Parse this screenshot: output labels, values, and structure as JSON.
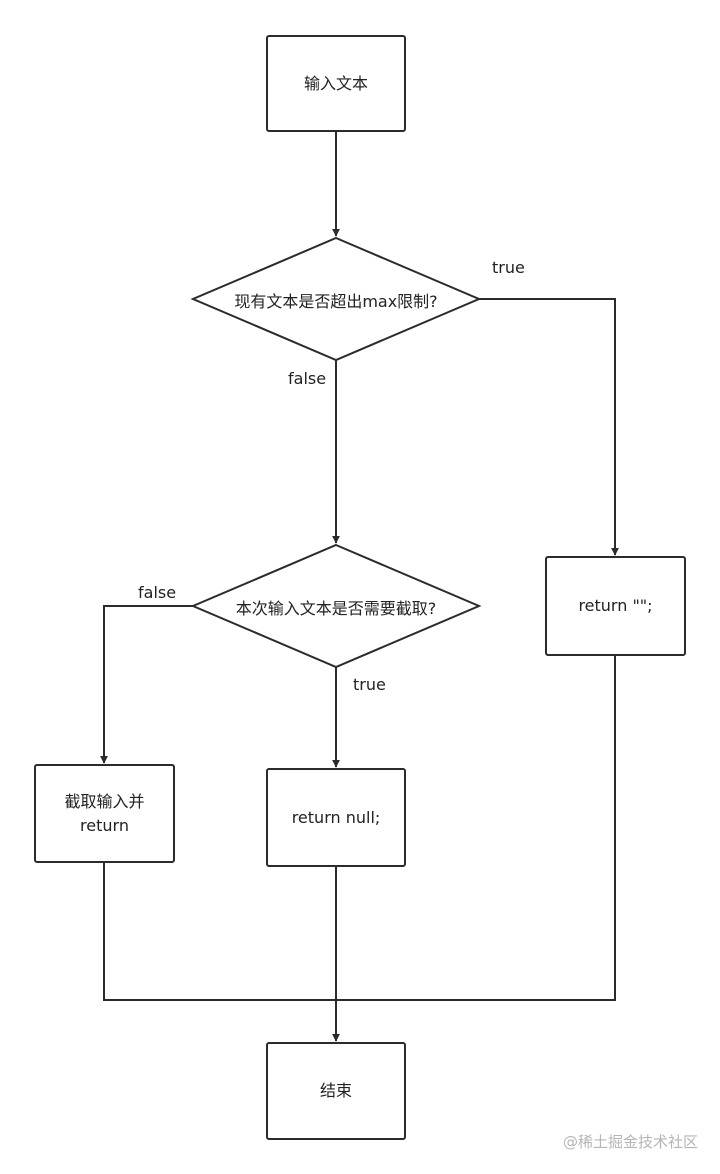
{
  "nodes": {
    "start": "输入文本",
    "check_max": "现有文本是否超出max限制?",
    "check_truncate": "本次输入文本是否需要截取?",
    "truncate_return_line1": "截取输入并",
    "truncate_return_line2": "return",
    "return_null": "return null;",
    "return_empty": "return \"\";",
    "end": "结束"
  },
  "edges": {
    "max_true": "true",
    "max_false": "false",
    "truncate_false": "false",
    "truncate_true": "true"
  },
  "watermark": "@稀土掘金技术社区",
  "colors": {
    "stroke": "#2b2b2b",
    "text": "#222222",
    "watermark": "#b5b5b5"
  }
}
